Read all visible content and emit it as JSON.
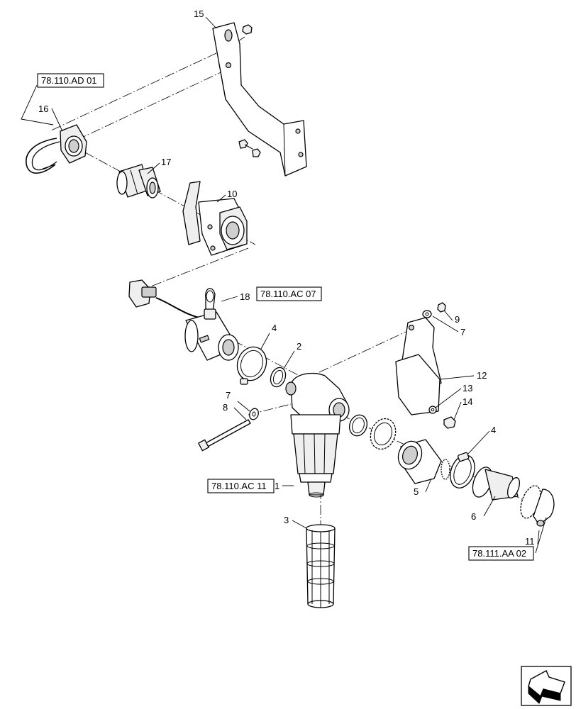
{
  "callouts": {
    "c15": "15",
    "c16": "16",
    "c17": "17",
    "c10": "10",
    "c18": "18",
    "c4a": "4",
    "c2": "2",
    "c9": "9",
    "c7a": "7",
    "c12": "12",
    "c13": "13",
    "c14": "14",
    "c7b": "7",
    "c8": "8",
    "c4b": "4",
    "c5": "5",
    "c6": "6",
    "c1": "1",
    "c3": "3",
    "c11": "11"
  },
  "references": {
    "r1": "78.110.AD 01",
    "r2": "78.110.AC 07",
    "r3": "78.110.AC 11",
    "r4": "78.111.AA 02"
  },
  "nav": {
    "icon": "next-page-arrow-icon"
  }
}
